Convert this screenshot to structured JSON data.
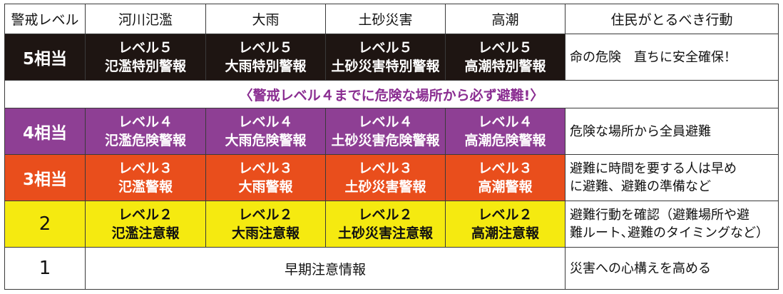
{
  "headers": [
    "警戒レベル",
    "河川氾濫",
    "大雨",
    "土砂災害",
    "高潮",
    "住民がとるべき行動"
  ],
  "notice": "〈警戒レベル４までに危険な場所から必ず避難!〉",
  "rows": [
    {
      "level": "5相当",
      "warnings": [
        {
          "l1": "レベル５",
          "l2": "氾濫特別警報"
        },
        {
          "l1": "レベル５",
          "l2": "大雨特別警報"
        },
        {
          "l1": "レベル５",
          "l2": "土砂災害特別警報"
        },
        {
          "l1": "レベル５",
          "l2": "高潮特別警報"
        }
      ],
      "action": [
        "命の危険　直ちに安全確保！"
      ]
    },
    {
      "level": "4相当",
      "warnings": [
        {
          "l1": "レベル４",
          "l2": "氾濫危険警報"
        },
        {
          "l1": "レベル４",
          "l2": "大雨危険警報"
        },
        {
          "l1": "レベル４",
          "l2": "土砂災害危険警報"
        },
        {
          "l1": "レベル４",
          "l2": "高潮危険警報"
        }
      ],
      "action": [
        "危険な場所から全員避難"
      ]
    },
    {
      "level": "3相当",
      "warnings": [
        {
          "l1": "レベル３",
          "l2": "氾濫警報"
        },
        {
          "l1": "レベル３",
          "l2": "大雨警報"
        },
        {
          "l1": "レベル３",
          "l2": "土砂災害警報"
        },
        {
          "l1": "レベル３",
          "l2": "高潮警報"
        }
      ],
      "action": [
        "避難に時間を要する人は早め",
        "に避難、避難の準備など"
      ]
    },
    {
      "level": "2",
      "warnings": [
        {
          "l1": "レベル２",
          "l2": "氾濫注意報"
        },
        {
          "l1": "レベル２",
          "l2": "大雨注意報"
        },
        {
          "l1": "レベル２",
          "l2": "土砂災害注意報"
        },
        {
          "l1": "レベル２",
          "l2": "高潮注意報"
        }
      ],
      "action": [
        "避難行動を確認（避難場所や避",
        "難ルート､避難のタイミングなど）"
      ]
    },
    {
      "level": "1",
      "info": "早期注意情報",
      "action": [
        "災害への心構えを高める"
      ]
    }
  ],
  "colors": {
    "level5": "#1e1512",
    "level4": "#8e3f94",
    "level3": "#e94e1c",
    "level2": "#f5ea10",
    "notice_text": "#8a2d91"
  }
}
